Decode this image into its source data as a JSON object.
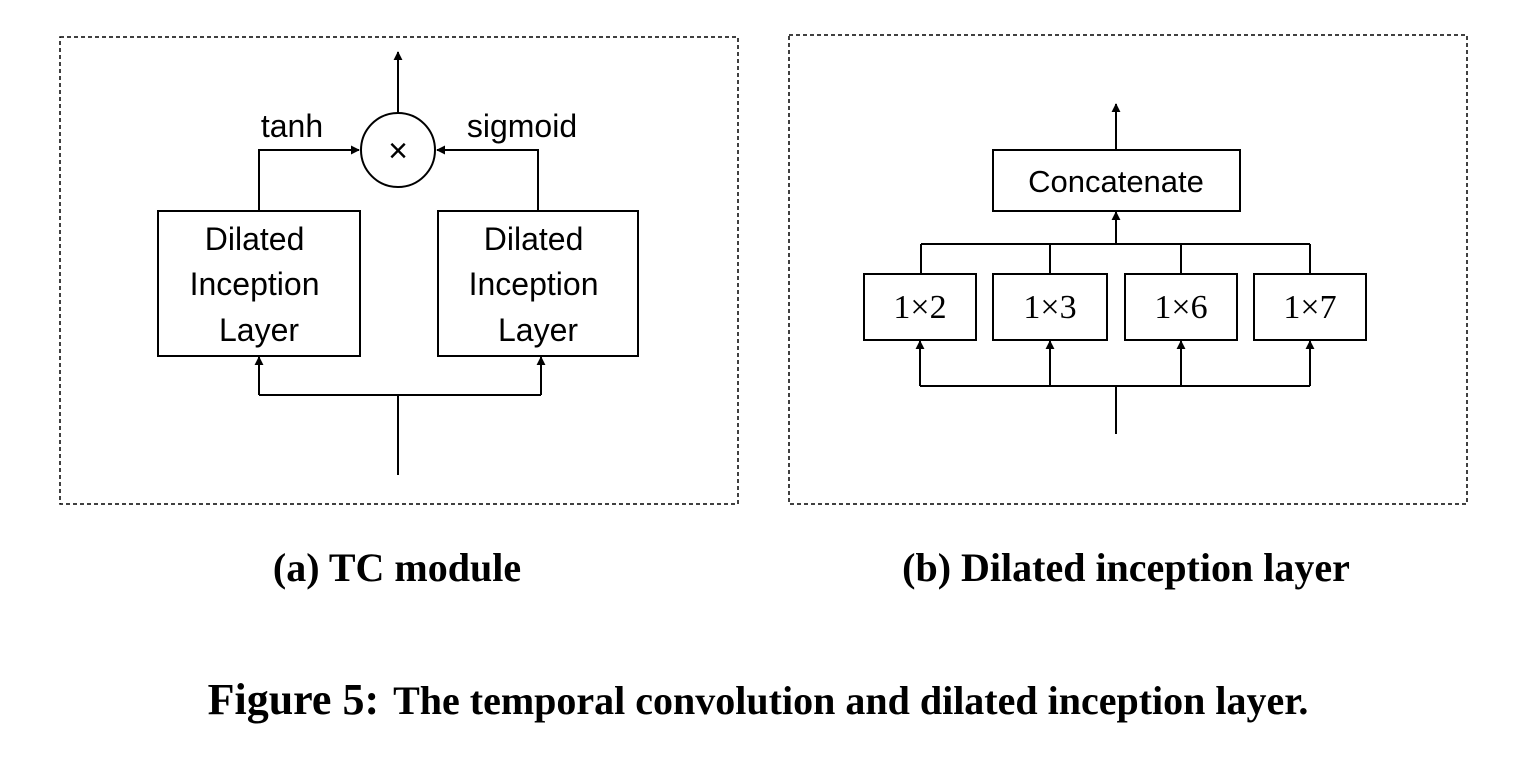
{
  "panel_a": {
    "multiply_symbol": "×",
    "left_activation": "tanh",
    "right_activation": "sigmoid",
    "left_layer": [
      "Dilated",
      "Inception",
      "Layer"
    ],
    "right_layer": [
      "Dilated",
      "Inception",
      "Layer"
    ],
    "subcaption": "(a) TC module"
  },
  "panel_b": {
    "concat_label": "Concatenate",
    "kernels": [
      "1×2",
      "1×3",
      "1×6",
      "1×7"
    ],
    "subcaption": "(b) Dilated inception layer"
  },
  "caption": {
    "label": "Figure 5:",
    "text": "The temporal convolution and dilated inception layer."
  }
}
